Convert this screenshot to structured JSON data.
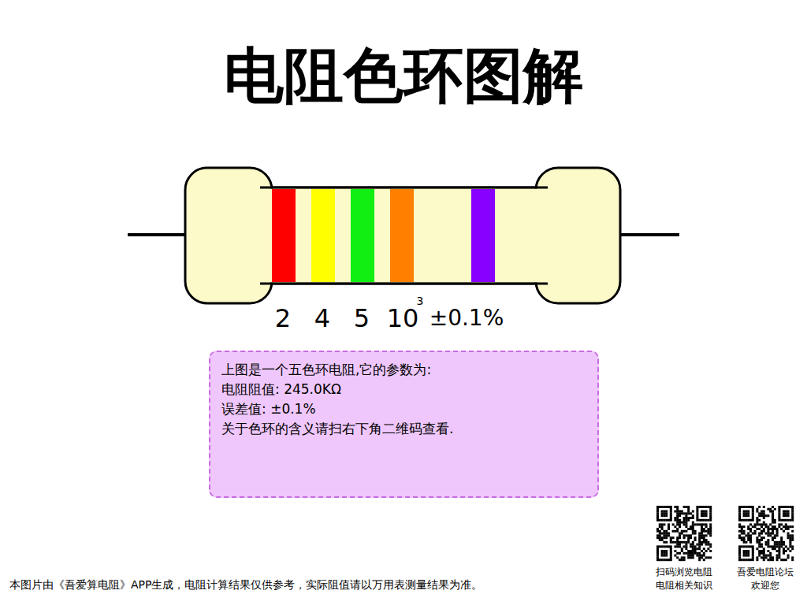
{
  "diagram": {
    "title": "电阻色环图解",
    "nodes": [
      {
        "text": [
          "上图是一个五色环电阻,它的参数为:",
          "电阻阻值: 245.0KΩ",
          "误差值: ±0.1%",
          "关于色环的含义请扫右下角二维码查看."
        ]
      }
    ],
    "labels": [
      "2",
      "4",
      "5",
      "10",
      "3",
      "±0.1%",
      "本图片由《吾爱算电阻》APP生成，电阻计算结果仅供参考，实际阻值请以万用表测量结果为准。",
      "扫码浏览电阻",
      "电阻相关知识",
      "吾爱电阻论坛",
      "欢迎您"
    ]
  }
}
